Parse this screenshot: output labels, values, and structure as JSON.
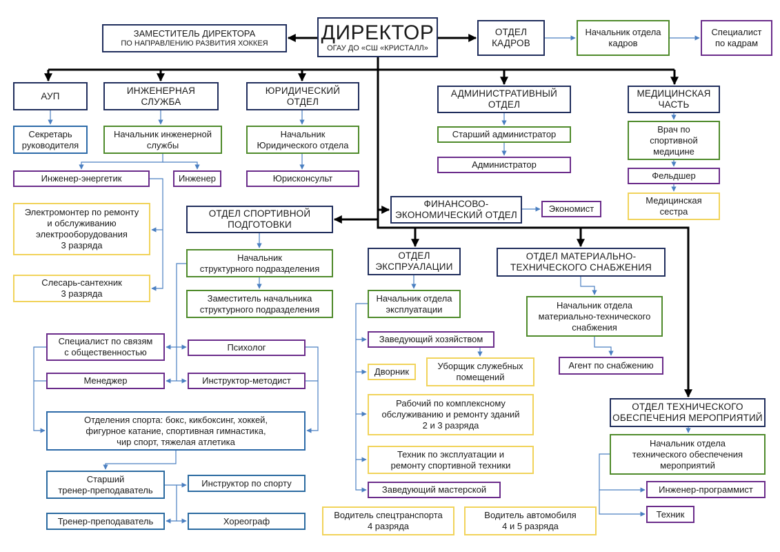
{
  "director": {
    "title": "ДИРЕКТОР",
    "subtitle": "ОГАУ ДО «СШ «КРИСТАЛЛ»"
  },
  "deputy": {
    "line1": "ЗАМЕСТИТЕЛЬ ДИРЕКТОРА",
    "line2": "ПО НАПРАВЛЕНИЮ РАЗВИТИЯ ХОККЕЯ"
  },
  "hr": {
    "dept": [
      "ОТДЕЛ",
      "КАДРОВ"
    ],
    "head": [
      "Начальник отдела",
      "кадров"
    ],
    "specialist": [
      "Специалист",
      "по кадрам"
    ]
  },
  "aup": {
    "dept": [
      "АУП"
    ],
    "secretary": [
      "Секретарь",
      "руководителя"
    ]
  },
  "engineering": {
    "dept": [
      "ИНЖЕНЕРНАЯ",
      "СЛУЖБА"
    ],
    "head": [
      "Начальник инженерной",
      "службы"
    ],
    "energy": [
      "Инженер-энергетик"
    ],
    "engineer": [
      "Инженер"
    ],
    "electrician": [
      "Электромонтер по ремонту",
      "и обслуживанию",
      "электрооборудования",
      "3 разряда"
    ],
    "plumber": [
      "Слесарь-сантехник",
      "3 разряда"
    ]
  },
  "legal": {
    "dept": [
      "ЮРИДИЧЕСКИЙ",
      "ОТДЕЛ"
    ],
    "head": [
      "Начальник",
      "Юридического отдела"
    ],
    "consult": [
      "Юрисконсульт"
    ]
  },
  "admin": {
    "dept": [
      "АДМИНИСТРАТИВНЫЙ",
      "ОТДЕЛ"
    ],
    "senior": [
      "Старший администратор"
    ],
    "admin": [
      "Администратор"
    ]
  },
  "medical": {
    "dept": [
      "МЕДИЦИНСКАЯ",
      "ЧАСТЬ"
    ],
    "doctor": [
      "Врач по",
      "спортивной",
      "медицине"
    ],
    "paramedic": [
      "Фельдшер"
    ],
    "nurse": [
      "Медицинская",
      "сестра"
    ]
  },
  "finance": {
    "dept": [
      "ФИНАНСОВО-",
      "ЭКОНОМИЧЕСКИЙ ОТДЕЛ"
    ],
    "economist": [
      "Экономист"
    ]
  },
  "sport": {
    "dept": [
      "ОТДЕЛ СПОРТИВНОЙ",
      "ПОДГОТОВКИ"
    ],
    "head": [
      "Начальник",
      "структурного подразделения"
    ],
    "deputy": [
      "Заместитель начальника",
      "структурного подразделения"
    ],
    "pr": [
      "Специалист по связям",
      "с общественностью"
    ],
    "psych": [
      "Психолог"
    ],
    "manager": [
      "Менеджер"
    ],
    "method": [
      "Инструктор-методист"
    ],
    "sections": [
      "Отделения спорта: бокс, кикбоксинг, хоккей,",
      "фигурное катание, спортивная гимнастика,",
      "чир спорт, тяжелая атлетика"
    ],
    "senior_coach": [
      "Старший",
      "тренер-преподаватель"
    ],
    "instructor": [
      "Инструктор по спорту"
    ],
    "coach": [
      "Тренер-преподаватель"
    ],
    "choreo": [
      "Хореограф"
    ]
  },
  "exploit": {
    "dept": [
      "ОТДЕЛ",
      "ЭКСПРУАЛАЦИИ"
    ],
    "head": [
      "Начальник отдела",
      "эксплуатации"
    ],
    "steward": [
      "Заведующий хозяйством"
    ],
    "janitor": [
      "Дворник"
    ],
    "cleaner": [
      "Уборщик служебных",
      "помещений"
    ],
    "worker": [
      "Рабочий по комплексному",
      "обслуживанию и ремонту зданий",
      "2 и 3 разряда"
    ],
    "tech": [
      "Техник по эксплуатации и",
      "ремонту спортивной техники"
    ],
    "workshop": [
      "Заведующий мастерской"
    ],
    "driver1": [
      "Водитель спецтранспорта",
      "4 разряда"
    ],
    "driver2": [
      "Водитель автомобиля",
      "4 и 5 разряда"
    ]
  },
  "supply": {
    "dept": [
      "ОТДЕЛ МАТЕРИАЛЬНО-",
      "ТЕХНИЧЕСКОГО СНАБЖЕНИЯ"
    ],
    "head": [
      "Начальник отдела",
      "материально-технического",
      "снабжения"
    ],
    "agent": [
      "Агент по снабжению"
    ]
  },
  "events": {
    "dept": [
      "ОТДЕЛ ТЕХНИЧЕСКОГО",
      "ОБЕСПЕЧЕНИЯ МЕРОПРИЯТИЙ"
    ],
    "head": [
      "Начальник отдела",
      "технического обеспечения",
      "мероприятий"
    ],
    "programmer": [
      "Инженер-программист"
    ],
    "technician": [
      "Техник"
    ]
  },
  "colors": {
    "department": "#1f2d5c",
    "head": "#4e8a2a",
    "staff": "#6a2b8a",
    "worker": "#f1d35a",
    "sport_unit": "#2c6aa8",
    "connector_main": "#000000",
    "connector_sub": "#4a7fc1"
  }
}
